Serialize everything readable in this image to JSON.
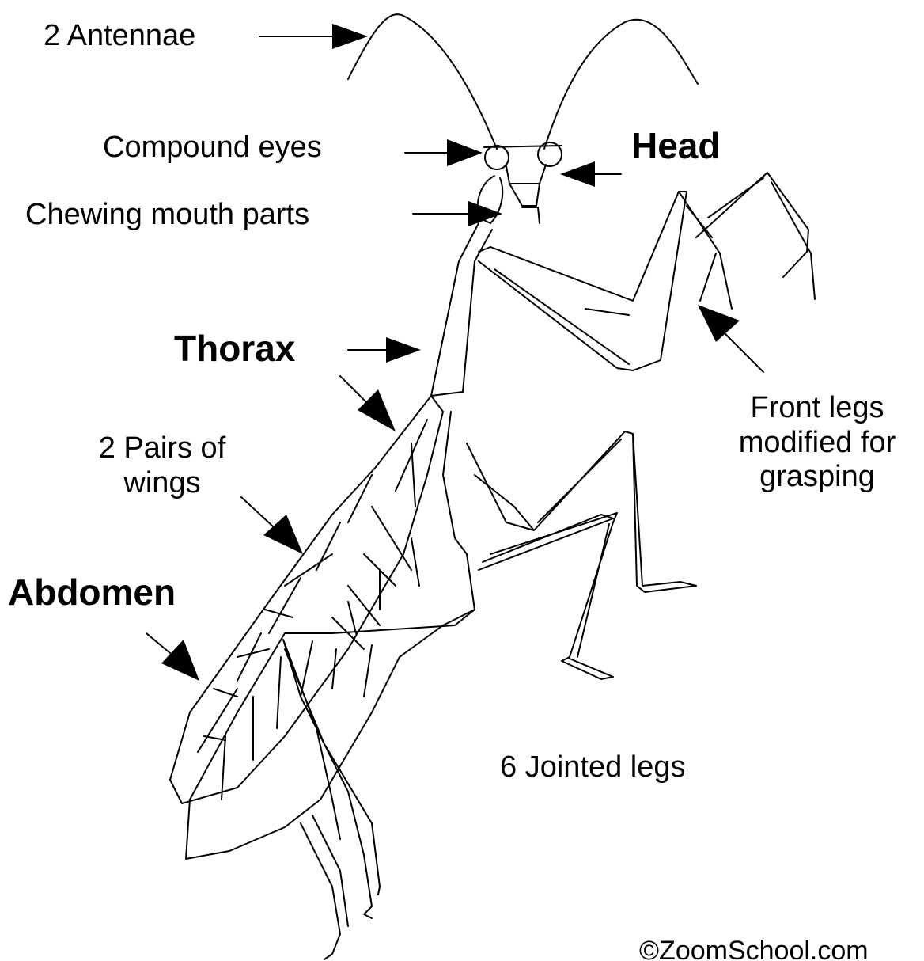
{
  "labels": {
    "antennae": "2 Antennae",
    "compound_eyes": "Compound eyes",
    "head": "Head",
    "mouth_parts": "Chewing mouth parts",
    "thorax": "Thorax",
    "wings_line1": "2 Pairs of",
    "wings_line2": "wings",
    "abdomen": "Abdomen",
    "front_legs_line1": "Front legs",
    "front_legs_line2": "modified for",
    "front_legs_line3": "grasping",
    "jointed_legs": "6 Jointed legs"
  },
  "copyright": "©ZoomSchool.com",
  "colors": {
    "ink": "#000000",
    "background": "#ffffff"
  }
}
